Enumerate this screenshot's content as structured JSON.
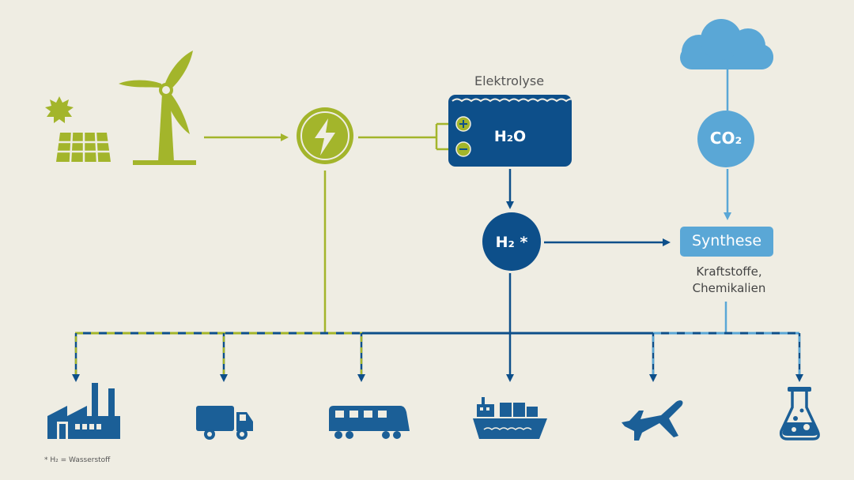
{
  "diagram": {
    "electrolysis_label": "Elektrolyse",
    "water_label": "H₂O",
    "co2_label": "CO₂",
    "hydrogen_label": "H₂ *",
    "synthesis_label": "Synthese",
    "products_line1": "Kraftstoffe,",
    "products_line2": "Chemikalien",
    "footnote": "* H₂ = Wasserstoff"
  },
  "colors": {
    "background": "#efede3",
    "green": "#a3b52b",
    "dark_blue": "#0d4f8a",
    "mid_blue": "#1b5f97",
    "light_blue": "#5aa7d6"
  },
  "icons": {
    "sources": [
      "sun-icon",
      "solar-panel-icon",
      "wind-turbine-icon"
    ],
    "power": "lightning-icon",
    "sky": "cloud-icon",
    "consumers": [
      "factory-icon",
      "truck-icon",
      "train-icon",
      "ship-icon",
      "airplane-icon",
      "chemistry-flask-icon"
    ]
  }
}
